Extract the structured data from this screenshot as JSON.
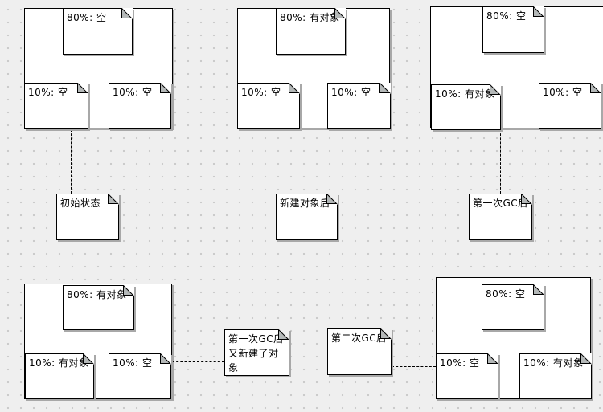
{
  "diagram_type": "jvm-heap-gc-states",
  "colors": {
    "canvas_bg": "#efefef",
    "grid_dot": "#c9c9c9",
    "shape_fill": "#ffffff",
    "shape_border": "#000000",
    "fold_flap": "#b4b8b8",
    "shadow": "#a8a8a8"
  },
  "memory_states": [
    {
      "caption": "初始状态",
      "cells": [
        {
          "label": "80%: 空"
        },
        {
          "label": "10%: 空"
        },
        {
          "label": "10%: 空"
        }
      ]
    },
    {
      "caption": "新建对象后",
      "cells": [
        {
          "label": "80%: 有对象"
        },
        {
          "label": "10%: 空"
        },
        {
          "label": "10%: 空"
        }
      ]
    },
    {
      "caption": "第一次GC后",
      "cells": [
        {
          "label": "80%: 空"
        },
        {
          "label": "10%: 有对象"
        },
        {
          "label": "10%: 空"
        }
      ]
    },
    {
      "caption": "第一次GC后\n又新建了对\n象",
      "cells": [
        {
          "label": "80%: 有对象"
        },
        {
          "label": "10%: 有对象"
        },
        {
          "label": "10%: 空"
        }
      ]
    },
    {
      "caption": "第二次GC后",
      "cells": [
        {
          "label": "80%: 空"
        },
        {
          "label": "10%: 空"
        },
        {
          "label": "10%: 有对象"
        }
      ]
    }
  ]
}
